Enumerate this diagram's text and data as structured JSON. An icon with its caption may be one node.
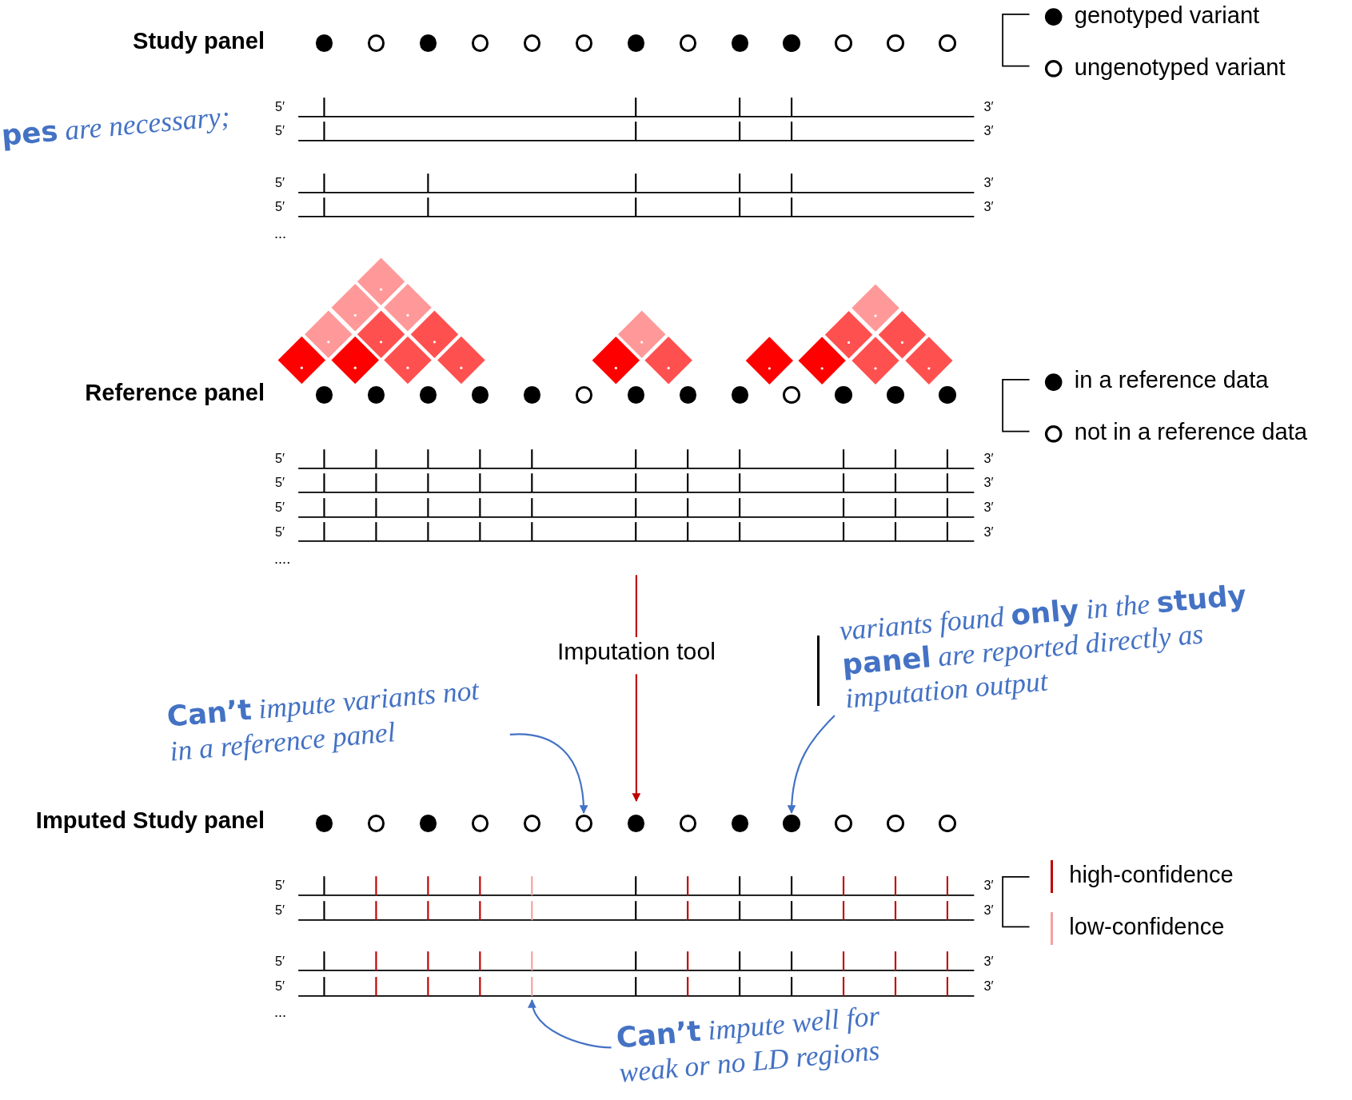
{
  "diagram": {
    "nodes": [
      {
        "text": [
          "Study panel"
        ]
      },
      {
        "text": [
          "Reference panel"
        ]
      },
      {
        "text": [
          "Imputation tool"
        ]
      },
      {
        "text": [
          "Imputed Study panel"
        ]
      },
      {
        "text": [
          "**Can’t** impute variants not in a reference panel"
        ]
      },
      {
        "text": [
          "variants found **only** in the **study panel** are reported directly as imputation output"
        ]
      },
      {
        "text": [
          "**Can’t** impute well for weak or no LD regions"
        ]
      }
    ],
    "edges": [
      {
        "from": 1,
        "to": 2,
        "arrow": "none",
        "color": "#c00000"
      },
      {
        "from": 2,
        "to": 3,
        "arrow": "to",
        "color": "#c00000"
      },
      {
        "from": 4,
        "to": 3,
        "arrow": "to"
      },
      {
        "from": 5,
        "to": 3,
        "arrow": "to"
      },
      {
        "from": 6,
        "to": 3,
        "arrow": "to"
      }
    ],
    "labels": [
      "**pes** are necessary;",
      "5′",
      "3′",
      "5′",
      "3′",
      "5′",
      "3′",
      "5′",
      "3′",
      "...",
      "5′",
      "3′",
      "5′",
      "3′",
      "5′",
      "3′",
      "5′",
      "3′",
      "....",
      "5′",
      "3′",
      "5′",
      "3′",
      "5′",
      "3′",
      "5′",
      "3′",
      "..."
    ],
    "legend": [
      {
        "text": "genotyped variant"
      },
      {
        "text": "ungenotyped variant"
      },
      {
        "text": "in a reference data"
      },
      {
        "text": "not in a reference data"
      },
      {
        "text": "high-confidence",
        "color": "#c00000"
      },
      {
        "text": "low-confidence",
        "color": "#f4a0a0"
      }
    ]
  }
}
